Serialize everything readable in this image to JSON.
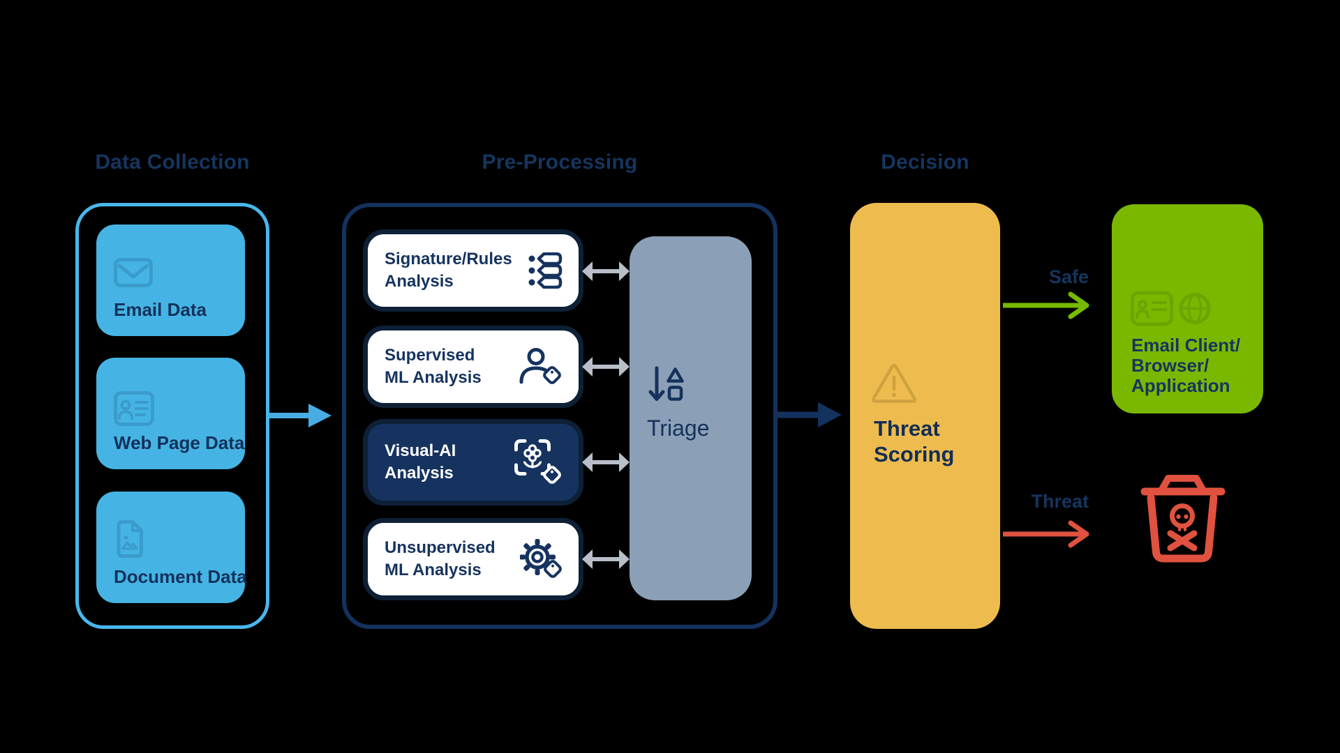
{
  "headings": {
    "data_collection": "Data Collection",
    "pre_processing": "Pre-Processing",
    "decision": "Decision"
  },
  "data_collection": {
    "items": [
      {
        "label": "Email Data",
        "icon": "email-icon"
      },
      {
        "label": "Web Page Data",
        "icon": "web-page-icon"
      },
      {
        "label": "Document Data",
        "icon": "document-image-icon"
      }
    ]
  },
  "pre_processing": {
    "analyses": [
      {
        "lines": [
          "Signature/Rules",
          "Analysis"
        ],
        "icon": "rules-list-icon",
        "style": "light"
      },
      {
        "lines": [
          "Supervised",
          "ML Analysis"
        ],
        "icon": "person-tag-icon",
        "style": "light"
      },
      {
        "lines": [
          "Visual-AI",
          "Analysis"
        ],
        "icon": "visual-ai-scan-tag-icon",
        "style": "dark"
      },
      {
        "lines": [
          "Unsupervised",
          "ML Analysis"
        ],
        "icon": "gear-tag-icon",
        "style": "light"
      }
    ],
    "triage": {
      "label": "Triage",
      "icon": "triage-sort-icon"
    }
  },
  "decision": {
    "threat_scoring": {
      "lines": [
        "Threat",
        "Scoring"
      ],
      "icon": "warning-triangle-icon"
    }
  },
  "outcomes": {
    "safe": {
      "label": "Safe",
      "destination_lines": [
        "Email Client/",
        "Browser/",
        "Application"
      ]
    },
    "threat": {
      "label": "Threat",
      "destination_icon": "trash-skull-icon"
    }
  },
  "colors": {
    "light_blue": "#45b4e4",
    "light_blue_border": "#48b7ec",
    "navy": "#16335f",
    "navy_ring": "#0d2036",
    "grey_arrow": "#b9bfc9",
    "triage_grey": "#8ba0b6",
    "amber": "#eebc4e",
    "green": "#7ab800",
    "safe_arrow_green": "#76b900",
    "threat_red": "#e0523f"
  }
}
